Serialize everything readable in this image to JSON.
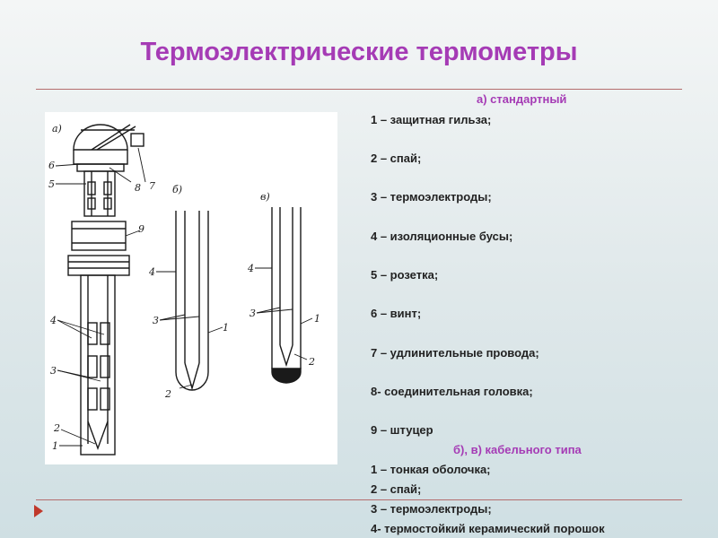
{
  "slide": {
    "title": "Термоэлектрические термометры"
  },
  "figure": {
    "panel_labels": [
      "а)",
      "б)",
      "в)"
    ],
    "part_numbers_a": [
      "6",
      "5",
      "8",
      "7",
      "9",
      "4",
      "3",
      "2",
      "1"
    ],
    "part_numbers_b": [
      "4",
      "3",
      "1",
      "2"
    ],
    "part_numbers_c": [
      "4",
      "3",
      "1",
      "2"
    ]
  },
  "legend": {
    "standard_heading": "а) стандартный",
    "standard_items": [
      "1 – защитная гильза;",
      "2 – спай;",
      "3 – термоэлектроды;",
      "4 – изоляционные бусы;",
      "5 – розетка;",
      "6 – винт;",
      "7 – удлинительные провода;",
      "8- соединительная головка;",
      "9 – штуцер"
    ],
    "cable_heading": "б), в) кабельного типа",
    "cable_items": [
      "1 – тонкая оболочка;",
      "2 – спай;",
      "3 – термоэлектроды;",
      "4- термостойкий керамический порошок"
    ]
  },
  "colors": {
    "title": "#a53bb5",
    "rule": "#b46d6d",
    "arrow": "#c0392b"
  },
  "icons": {
    "nav": "arrow-right-icon"
  }
}
